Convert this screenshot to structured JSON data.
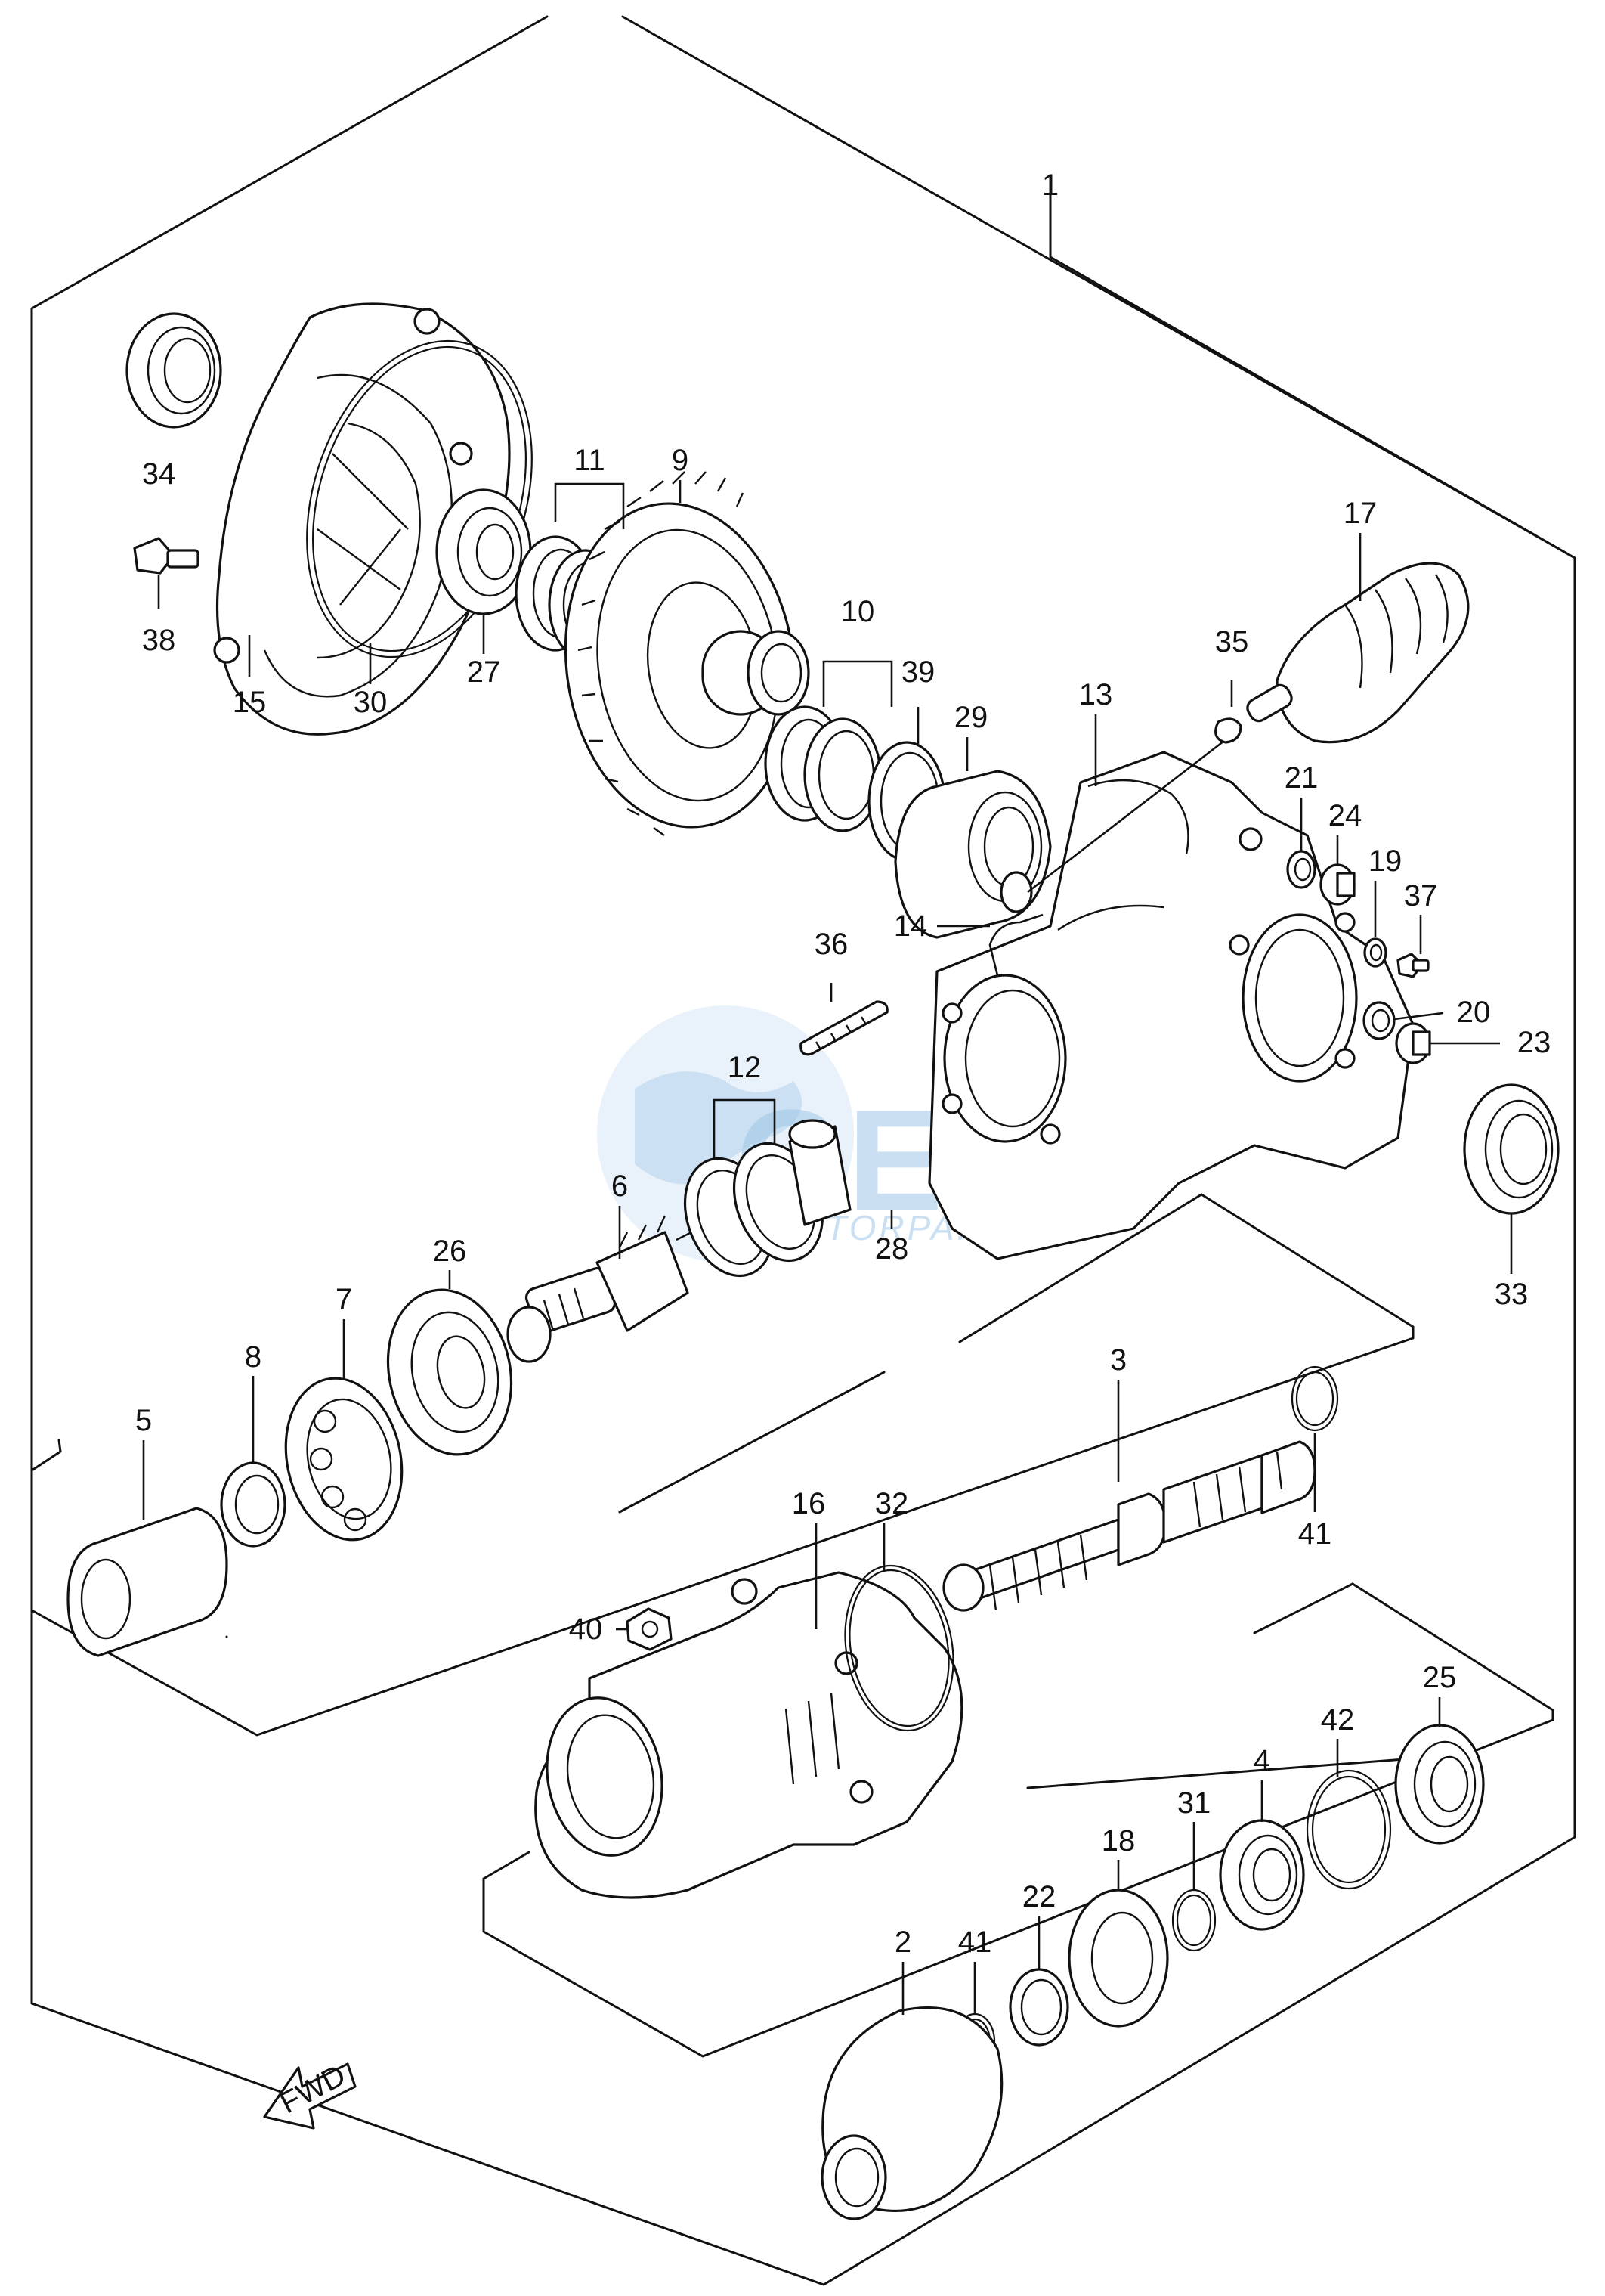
{
  "watermark": {
    "brand": "OEM",
    "sub": "MOTORPARTS"
  },
  "fwd_label": "FWD",
  "callouts": {
    "c1": "1",
    "c2": "2",
    "c3": "3",
    "c4": "4",
    "c5": "5",
    "c6": "6",
    "c7": "7",
    "c8": "8",
    "c9": "9",
    "c10": "10",
    "c11": "11",
    "c12": "12",
    "c13": "13",
    "c14": "14",
    "c15": "15",
    "c16": "16",
    "c17": "17",
    "c18": "18",
    "c19": "19",
    "c20": "20",
    "c21": "21",
    "c22": "22",
    "c23": "23",
    "c24": "24",
    "c25": "25",
    "c26": "26",
    "c27": "27",
    "c28": "28",
    "c29": "29",
    "c30": "30",
    "c31": "31",
    "c32": "32",
    "c33": "33",
    "c34": "34",
    "c35": "35",
    "c36": "36",
    "c37": "37",
    "c38": "38",
    "c39": "39",
    "c40": "40",
    "c41a": "41",
    "c41b": "41",
    "c42": "42"
  }
}
